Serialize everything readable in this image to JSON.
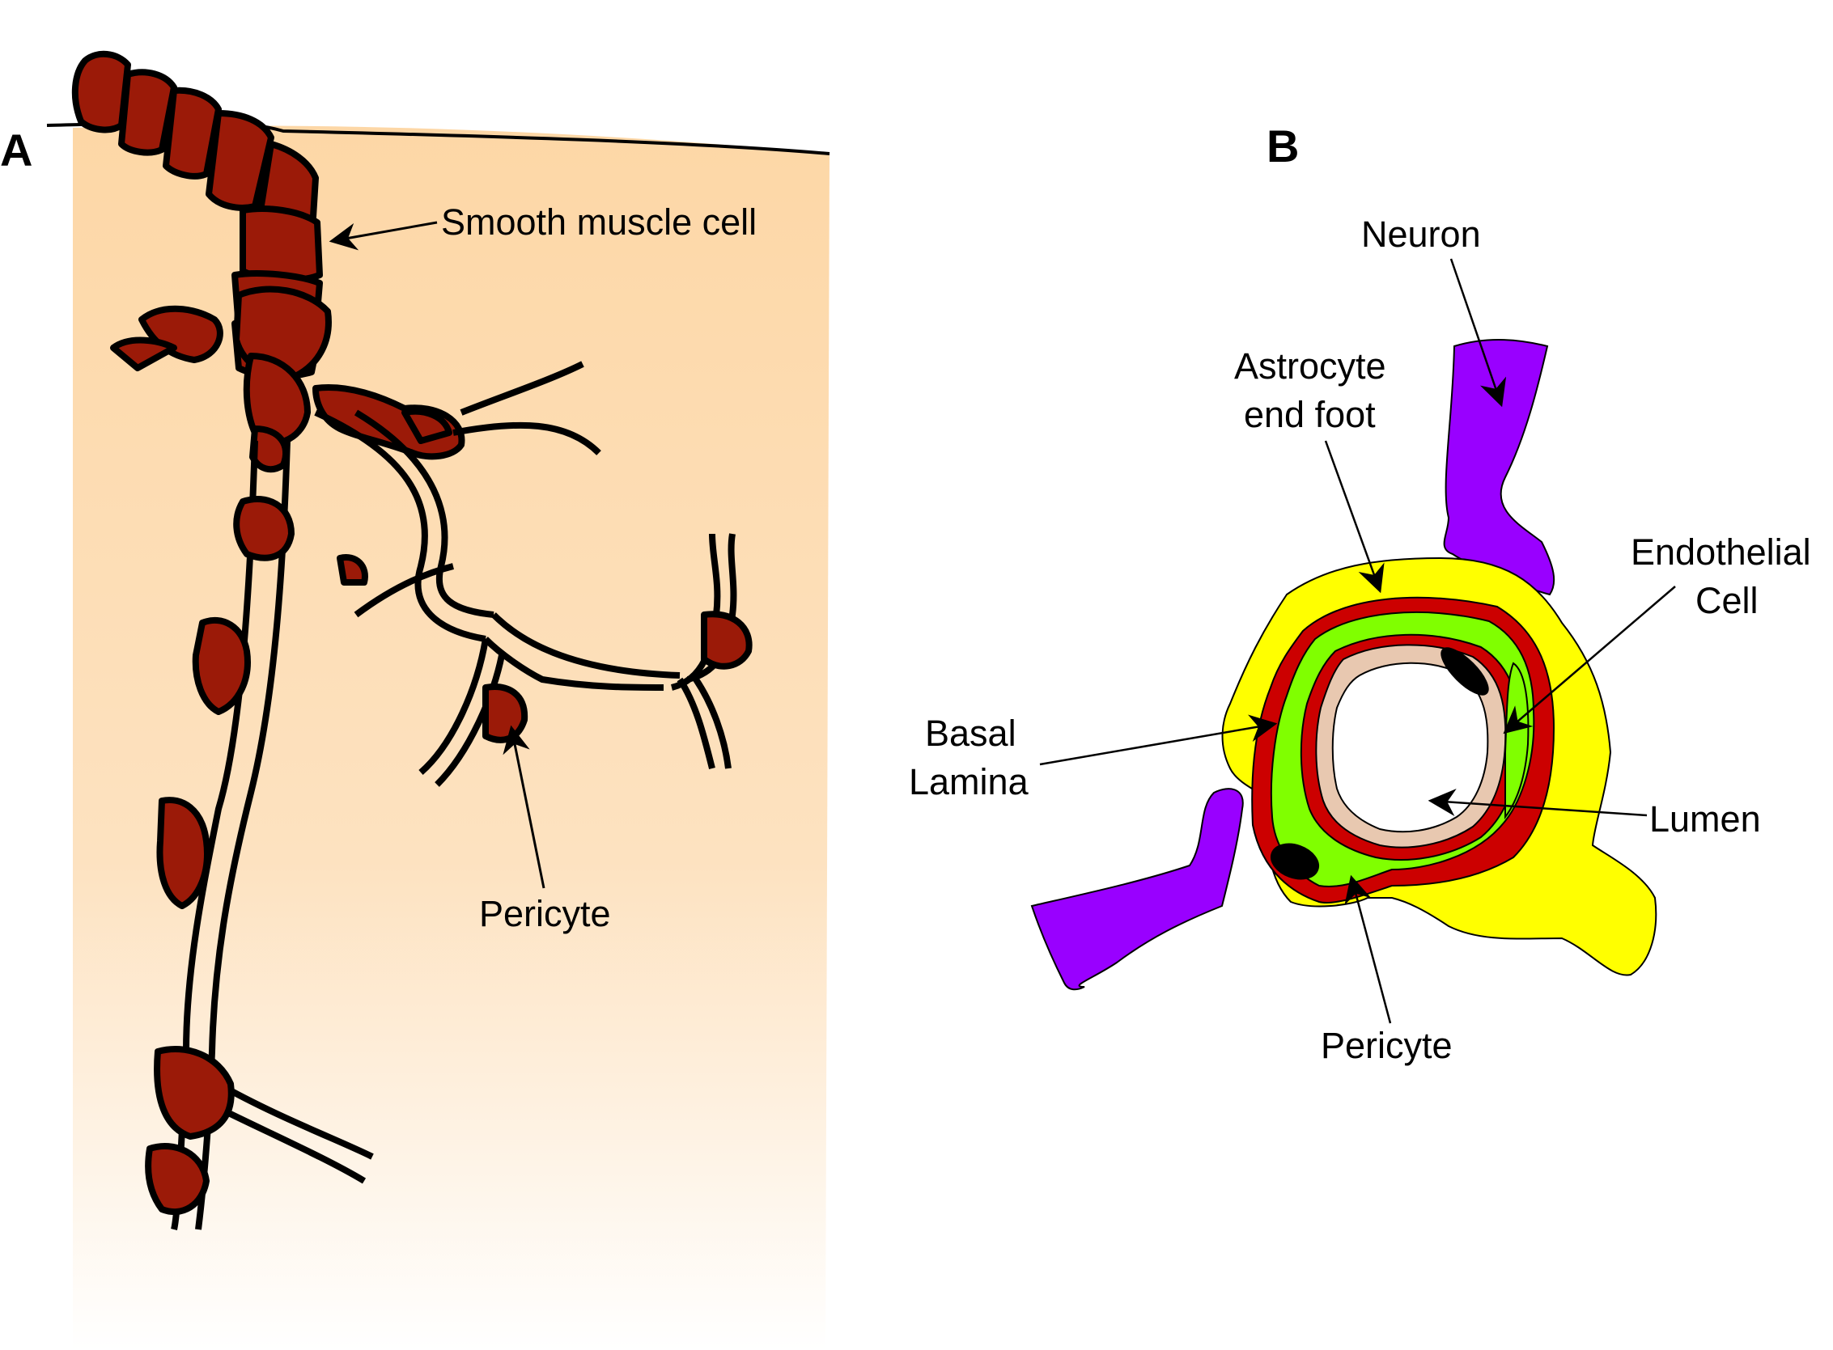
{
  "panel_a": {
    "letter": "A",
    "labels": {
      "smooth_muscle": "Smooth muscle cell",
      "pericyte": "Pericyte"
    }
  },
  "panel_b": {
    "letter": "B",
    "labels": {
      "neuron": "Neuron",
      "astrocyte_line1": "Astrocyte",
      "astrocyte_line2": "end foot",
      "endothelial_line1": "Endothelial",
      "endothelial_line2": "Cell",
      "basal_line1": "Basal",
      "basal_line2": "Lamina",
      "lumen": "Lumen",
      "pericyte": "Pericyte"
    }
  },
  "colors": {
    "tissue_top": "#fdd7a6",
    "tissue_bottom": "#ffffff",
    "vessel_cell": "#9b1a08",
    "astrocyte": "#ffff00",
    "neuron": "#9900ff",
    "pericyte": "#80ff00",
    "basal_lamina": "#cc0000",
    "endothelial": "#e8c8b0",
    "nucleus": "#000000"
  }
}
